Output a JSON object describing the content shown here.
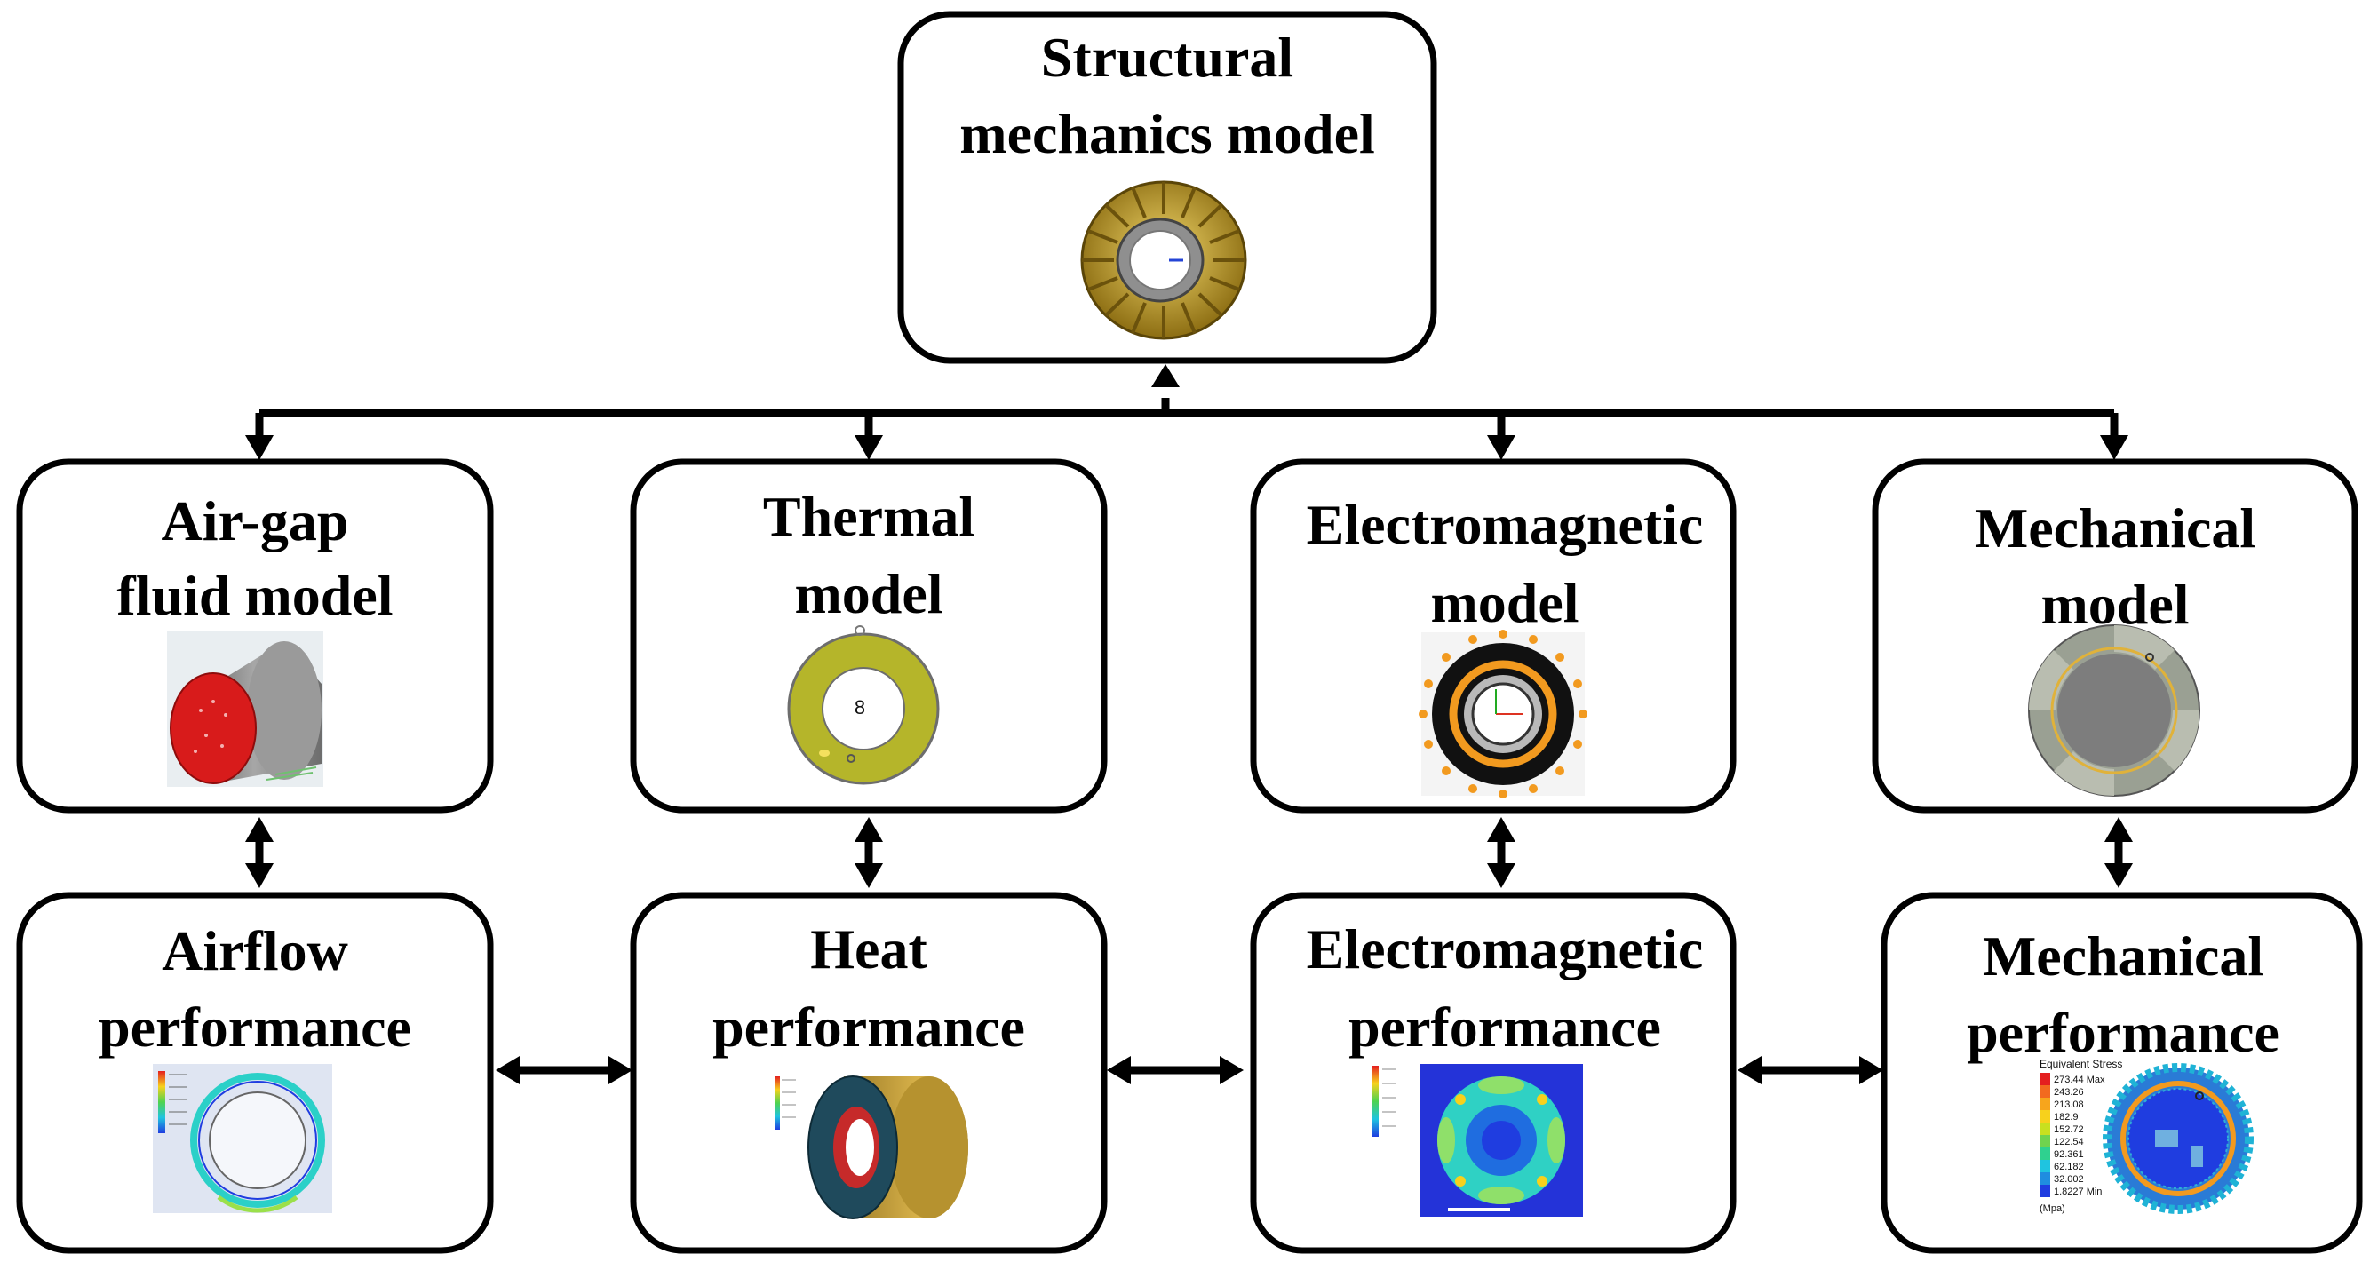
{
  "colors": {
    "border": "#000000",
    "gear_gold": "#c9a227",
    "red_face": "#d81b1b",
    "olive": "#b5b52a",
    "orange": "#f29a1f",
    "contour_blue": "#1f3de0"
  },
  "nodes": {
    "structural": {
      "line1": "Structural",
      "line2": "mechanics model",
      "icon": "stator-gear-3d"
    },
    "airgap": {
      "line1": "Air-gap",
      "line2": "fluid model",
      "icon": "red-cylinder-3d"
    },
    "thermal": {
      "line1": "Thermal",
      "line2": "model",
      "icon": "olive-ring-mesh"
    },
    "electromagnetic": {
      "line1": "Electromagnetic",
      "line2": "model",
      "icon": "em-cross-section"
    },
    "mechanical": {
      "line1": "Mechanical",
      "line2": "model",
      "icon": "grey-disk-mesh"
    },
    "airflow_perf": {
      "line1": "Airflow",
      "line2": "performance",
      "icon": "airflow-contour-ring"
    },
    "heat_perf": {
      "line1": "Heat",
      "line2": "performance",
      "icon": "heat-ring-3d"
    },
    "em_perf": {
      "line1": "Electromagnetic",
      "line2": "performance",
      "icon": "flux-density-contour"
    },
    "mech_perf": {
      "line1": "Mechanical",
      "line2": "performance",
      "icon": "stress-contour-disk",
      "legend_title": "Equivalent Stress",
      "legend_values": [
        "273.44 Max",
        "243.26",
        "213.08",
        "182.9",
        "152.72",
        "122.54",
        "92.361",
        "62.182",
        "32.002",
        "1.8227 Min"
      ],
      "legend_unit": "(Mpa)"
    }
  }
}
